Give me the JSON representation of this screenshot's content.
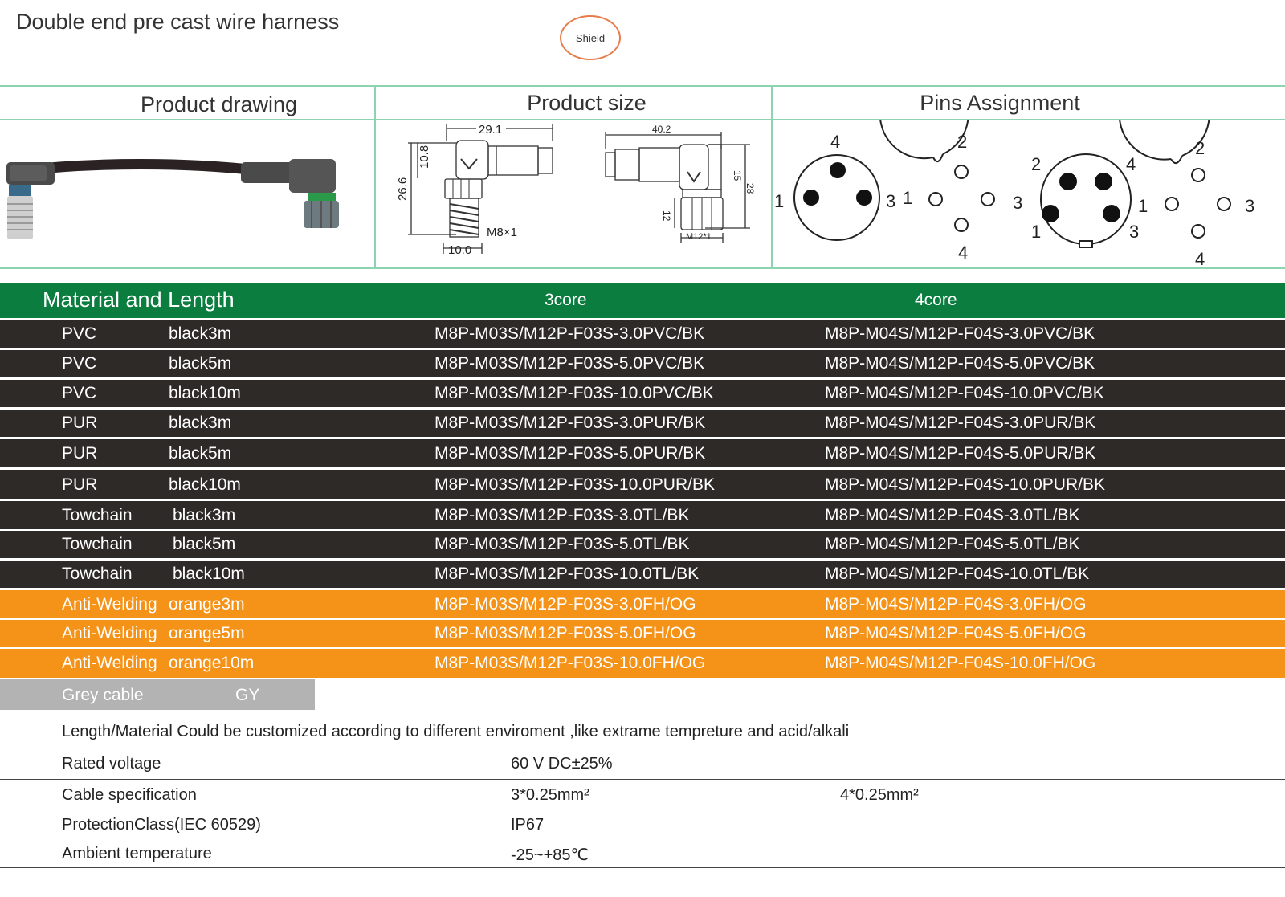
{
  "title": "Double end pre cast wire harness",
  "badge": "Shield",
  "sections": {
    "drawing": "Product drawing",
    "size": "Product size",
    "pins": "Pins Assignment"
  },
  "size_labels": {
    "d1": "29.1",
    "d2": "10.8",
    "d3": "26.6",
    "d4": "M8×1",
    "d5": "10.0",
    "d6": "40.2",
    "d7": "15",
    "d8": "28",
    "d9": "12",
    "d10": "M12*1"
  },
  "pins": {
    "p1": [
      "4",
      "1",
      "3"
    ],
    "p2": [
      "2",
      "1",
      "3",
      "4"
    ],
    "p3": [
      "2",
      "4",
      "1",
      "3"
    ],
    "p4": [
      "2",
      "1",
      "3",
      "4"
    ]
  },
  "material": {
    "header": [
      "Material and Length",
      "3core",
      "4core"
    ],
    "rows": [
      {
        "mat": "PVC",
        "len": "black3m",
        "c3": "M8P-M03S/M12P-F03S-3.0PVC/BK",
        "c4": "M8P-M04S/M12P-F04S-3.0PVC/BK"
      },
      {
        "mat": "PVC",
        "len": "black5m",
        "c3": "M8P-M03S/M12P-F03S-5.0PVC/BK",
        "c4": "M8P-M04S/M12P-F04S-5.0PVC/BK"
      },
      {
        "mat": "PVC",
        "len": "black10m",
        "c3": "M8P-M03S/M12P-F03S-10.0PVC/BK",
        "c4": "M8P-M04S/M12P-F04S-10.0PVC/BK"
      },
      {
        "mat": "PUR",
        "len": "black3m",
        "c3": "M8P-M03S/M12P-F03S-3.0PUR/BK",
        "c4": "M8P-M04S/M12P-F04S-3.0PUR/BK"
      },
      {
        "mat": "PUR",
        "len": "black5m",
        "c3": "M8P-M03S/M12P-F03S-5.0PUR/BK",
        "c4": "M8P-M04S/M12P-F04S-5.0PUR/BK"
      },
      {
        "mat": "PUR",
        "len": "black10m",
        "c3": "M8P-M03S/M12P-F03S-10.0PUR/BK",
        "c4": "M8P-M04S/M12P-F04S-10.0PUR/BK"
      },
      {
        "mat": "Towchain",
        "len": "black3m",
        "c3": "M8P-M03S/M12P-F03S-3.0TL/BK",
        "c4": "M8P-M04S/M12P-F04S-3.0TL/BK"
      },
      {
        "mat": "Towchain",
        "len": "black5m",
        "c3": "M8P-M03S/M12P-F03S-5.0TL/BK",
        "c4": "M8P-M04S/M12P-F04S-5.0TL/BK"
      },
      {
        "mat": "Towchain",
        "len": "black10m",
        "c3": "M8P-M03S/M12P-F03S-10.0TL/BK",
        "c4": "M8P-M04S/M12P-F04S-10.0TL/BK"
      },
      {
        "mat": "Anti-Welding",
        "len": "orange3m",
        "c3": "M8P-M03S/M12P-F03S-3.0FH/OG",
        "c4": "M8P-M04S/M12P-F04S-3.0FH/OG"
      },
      {
        "mat": "Anti-Welding",
        "len": "orange5m",
        "c3": "M8P-M03S/M12P-F03S-5.0FH/OG",
        "c4": "M8P-M04S/M12P-F04S-5.0FH/OG"
      },
      {
        "mat": "Anti-Welding",
        "len": "orange10m",
        "c3": "M8P-M03S/M12P-F03S-10.0FH/OG",
        "c4": "M8P-M04S/M12P-F04S-10.0FH/OG"
      }
    ],
    "grey": {
      "label": "Grey cable",
      "code": "GY"
    }
  },
  "note": "Length/Material Could be customized according to different enviroment ,like extrame tempreture and acid/alkali",
  "specs": [
    {
      "label": "Rated voltage",
      "v1": "60 V DC±25%",
      "v2": ""
    },
    {
      "label": "Cable specification",
      "v1": "3*0.25mm²",
      "v2": "4*0.25mm²"
    },
    {
      "label": "ProtectionClass(IEC 60529)",
      "v1": "IP67",
      "v2": ""
    },
    {
      "label": "Ambient temperature",
      "v1": "-25~+85℃",
      "v2": ""
    }
  ],
  "colors": {
    "green": "#0b7d3f",
    "dark": "#2d2a28",
    "orange": "#f59218",
    "grey": "#b3b3b3",
    "divider": "#8ed3b0"
  }
}
